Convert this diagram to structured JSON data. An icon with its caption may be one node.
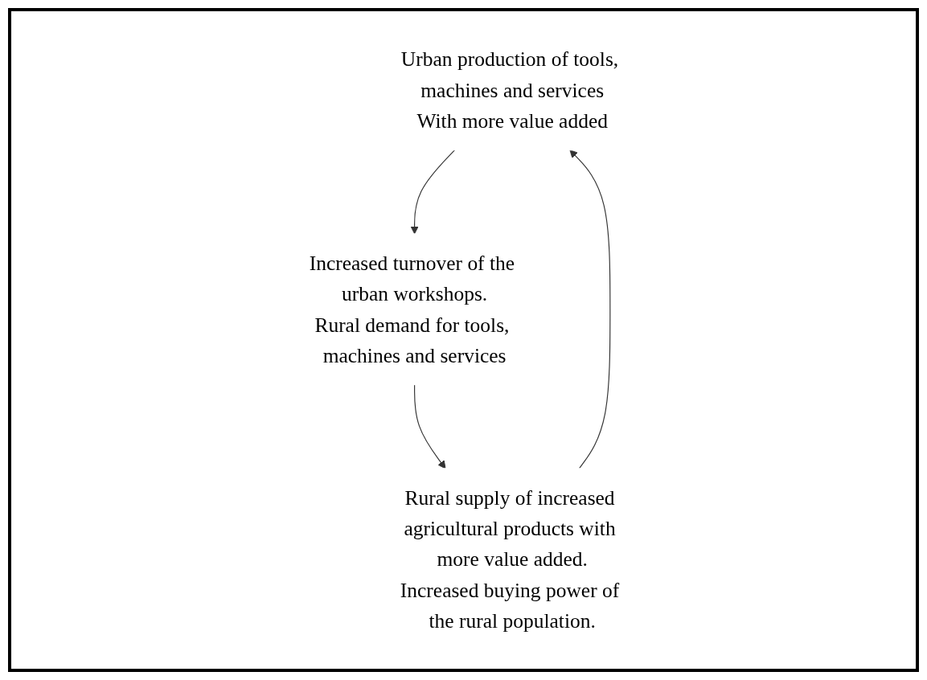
{
  "diagram": {
    "nodes": [
      {
        "text": [
          "Urban production of tools, machines and services",
          "With more value added"
        ]
      },
      {
        "text": [
          "Increased turnover of the urban workshops.",
          "Rural demand for tools, machines and services"
        ]
      },
      {
        "text": [
          "Rural supply of increased agricultural products with more value added.",
          "Increased buying power of the rural population."
        ]
      }
    ],
    "edges": [
      {
        "from": 0,
        "to": 1,
        "arrow": "to"
      },
      {
        "from": 1,
        "to": 2,
        "arrow": "to"
      },
      {
        "from": 2,
        "to": 0,
        "arrow": "to"
      }
    ]
  }
}
